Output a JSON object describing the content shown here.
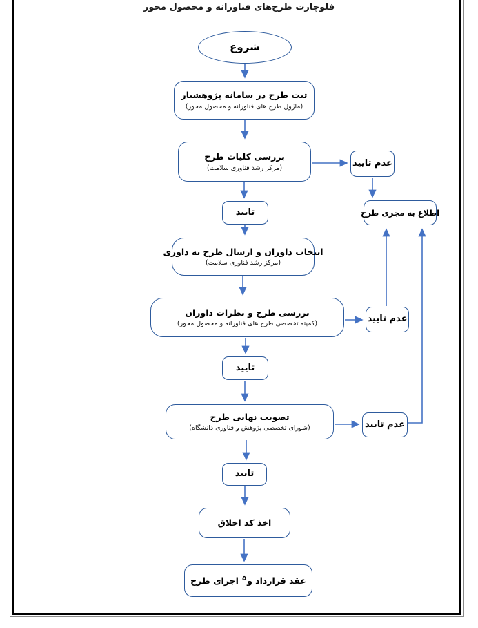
{
  "title": "فلوچارت طرح‌های فناورانه و محصول محور",
  "nodes": {
    "start": {
      "label": "شروع"
    },
    "register": {
      "label": "ثبت طرح در سامانه پژوهشیار",
      "sub": "(ماژول طرح های فناورانه و محصول محور)"
    },
    "review_general": {
      "label": "بررسی کلیات طرح",
      "sub": "(مرکز رشد فناوری سلامت)"
    },
    "not_approved_1": {
      "label": "عدم تایید"
    },
    "inform": {
      "label": "اطلاع به مجری طرح"
    },
    "approved_1": {
      "label": "تایید"
    },
    "select_reviewers": {
      "label": "انتخاب داوران و ارسال طرح به داوری",
      "sub": "(مرکز رشد فناوری سلامت)"
    },
    "review_opinions": {
      "label": "بررسی طرح و نظرات داوران",
      "sub": "(کمیته تخصصی طرح های فناورانه و محصول محور)"
    },
    "not_approved_2": {
      "label": "عدم تایید"
    },
    "approved_2": {
      "label": "تایید"
    },
    "final_approval": {
      "label": "تصویب نهایی طرح",
      "sub": "(شورای تخصصی پژوهش و فناوری دانشگاه)"
    },
    "not_approved_3": {
      "label": "عدم تایید"
    },
    "approved_3": {
      "label": "تایید"
    },
    "ethics_code": {
      "label": "اخذ کد اخلاق"
    },
    "contract": {
      "label_pre": "عقد قرارداد و",
      "footnote": "۵",
      "label_post": "اجرای طرح"
    }
  },
  "colors": {
    "node_border": "#2e5b9d",
    "arrow": "#4472c4"
  }
}
